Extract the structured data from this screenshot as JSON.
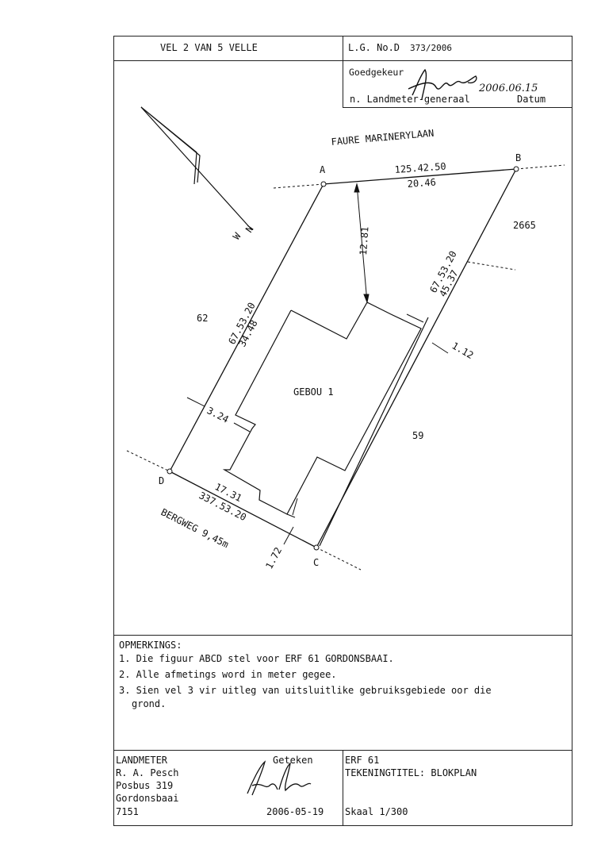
{
  "header": {
    "sheet": "VEL 2 VAN 5 VELLE",
    "lg_no_label": "L.G. No.D",
    "lg_no": "373/2006",
    "approved_label": "Goedgekeur",
    "approved_date": "2006.06.15",
    "surveyor_general_label": "n. Landmeter-generaal",
    "date_label": "Datum"
  },
  "plan": {
    "street_north": "FAURE MARINERYLAAN",
    "street_south": "BERGWEG 9,45m",
    "compass_labels": [
      "W",
      "N"
    ],
    "points": [
      "A",
      "B",
      "C",
      "D"
    ],
    "ab_bearing": "125.42.50",
    "ab_length": "20.46",
    "bc_bearing": "67.53.20",
    "bc_length": "45.37",
    "da_bearing": "67.53.20",
    "da_length": "34.48",
    "dc_length": "17.31",
    "dc_bearing": "337.53.20",
    "offset_top": "12.81",
    "offset_right": "1.12",
    "offset_left": "3.24",
    "offset_bottom": "1.72",
    "neighbour_east": "2665",
    "neighbour_west": "62",
    "neighbour_south": "59",
    "building": "GEBOU 1"
  },
  "notes": {
    "title": "OPMERKINGS:",
    "items": [
      "1. Die figuur ABCD stel voor ERF 61 GORDONSBAAI.",
      "2. Alle afmetings word in meter gegee.",
      "3. Sien vel 3 vir uitleg van uitsluitlike gebruiksgebiede oor die",
      "grond."
    ]
  },
  "footer": {
    "surveyor_title": "LANDMETER",
    "surveyor_name": "R. A. Pesch",
    "address1": "Posbus 319",
    "address2": "Gordonsbaai",
    "address3": "7151",
    "drawn_label": "Geteken",
    "drawn_date": "2006-05-19",
    "erf": "ERF 61",
    "drawing_title": "TEKENINGTITEL: BLOKPLAN",
    "scale": "Skaal 1/300"
  }
}
